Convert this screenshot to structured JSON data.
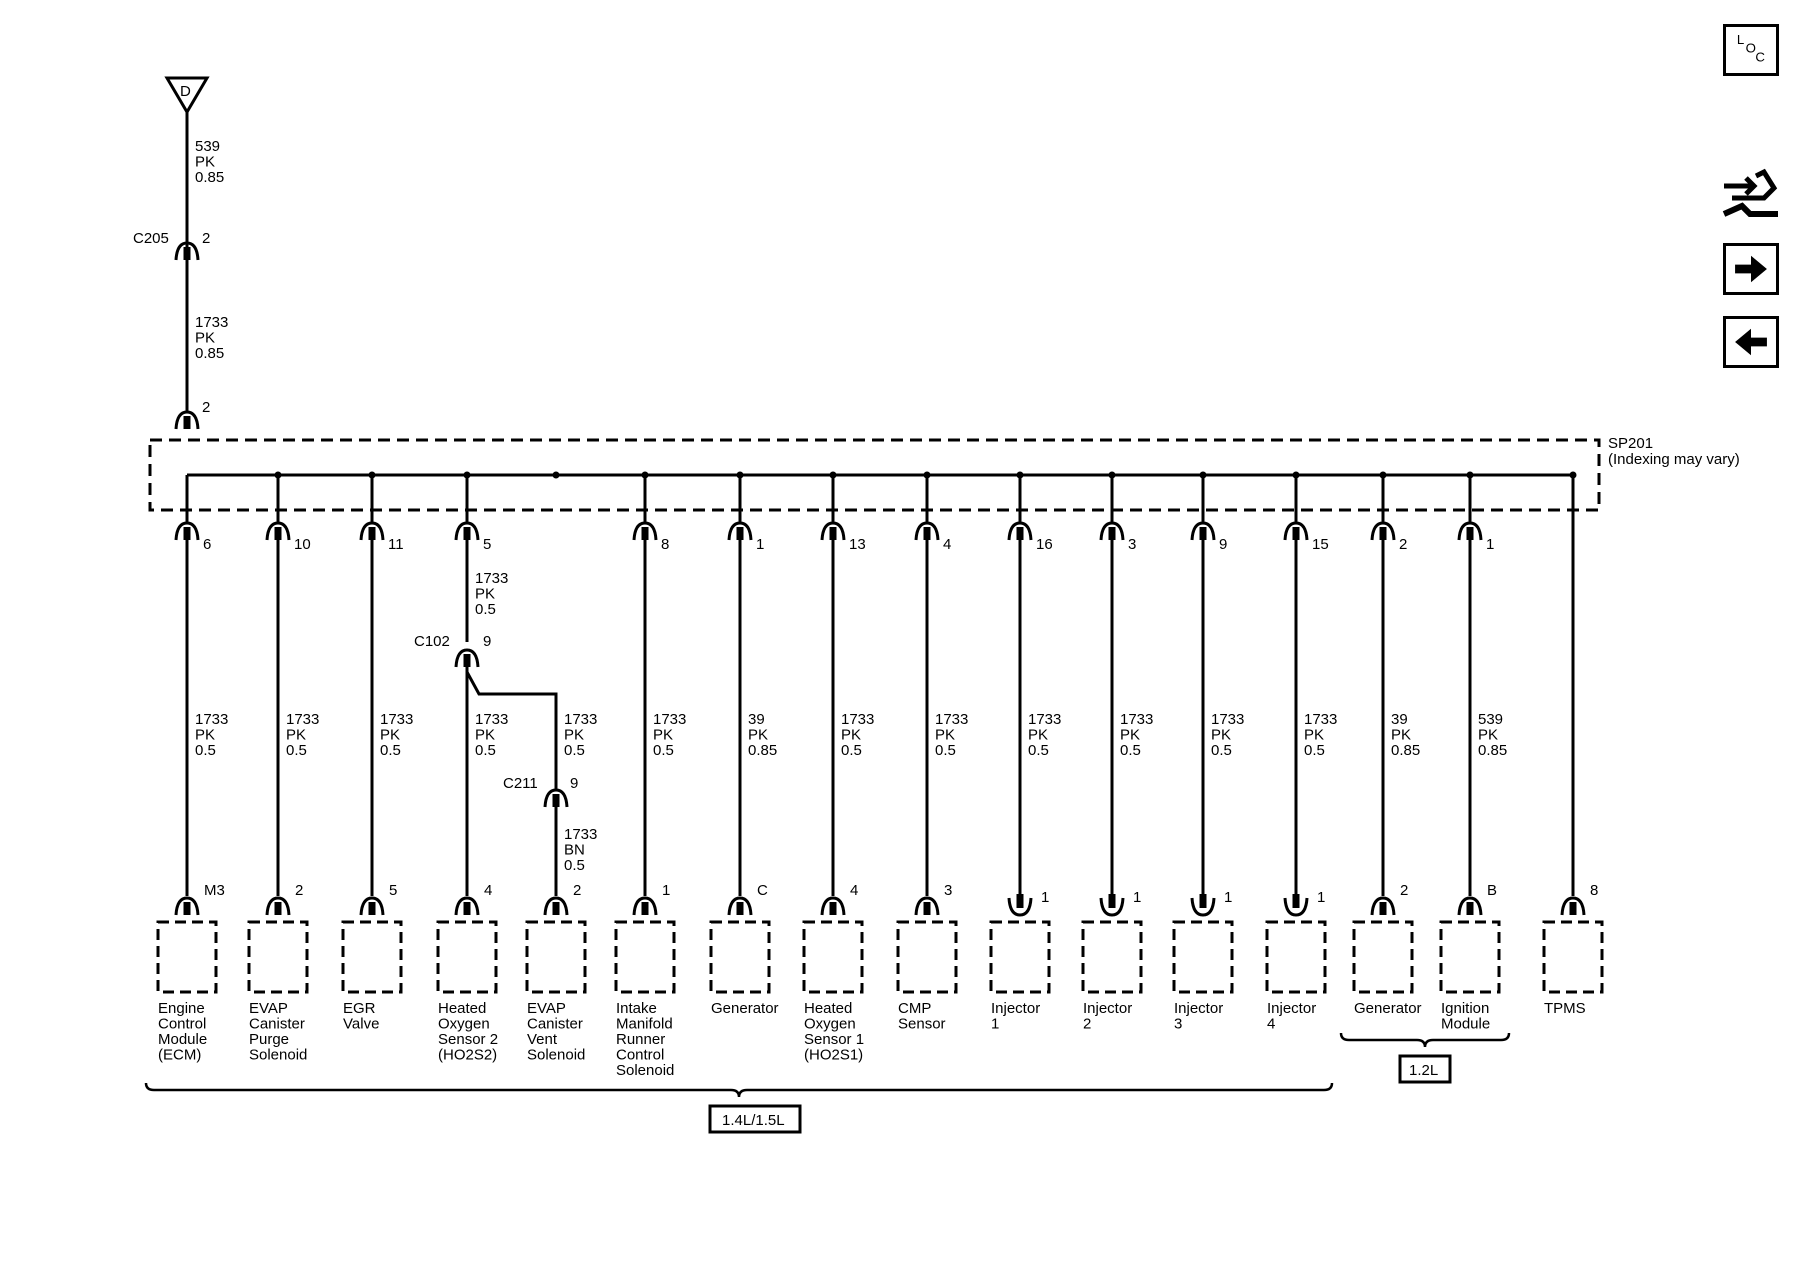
{
  "ground": {
    "label": "D"
  },
  "top_wires": [
    {
      "id": "539",
      "color": "PK",
      "gauge": "0.85"
    },
    {
      "id": "1733",
      "color": "PK",
      "gauge": "0.85"
    }
  ],
  "c205": {
    "name": "C205",
    "pin_top": "2",
    "pin_bottom": "2"
  },
  "splice": {
    "name": "SP201",
    "note": "(Indexing may vary)"
  },
  "c102": {
    "name": "C102",
    "pin": "9",
    "wire_id": "1733",
    "wire_color": "PK",
    "wire_gauge": "0.5"
  },
  "c211": {
    "name": "C211",
    "pin": "9",
    "wire_id": "1733",
    "wire_color": "BN",
    "wire_gauge": "0.5"
  },
  "branches": [
    {
      "splice_pin": "6",
      "wire": [
        "1733",
        "PK",
        "0.5"
      ],
      "conn_pin": "M3",
      "label": [
        "Engine",
        "Control",
        "Module",
        "(ECM)"
      ]
    },
    {
      "splice_pin": "10",
      "wire": [
        "1733",
        "PK",
        "0.5"
      ],
      "conn_pin": "2",
      "label": [
        "EVAP",
        "Canister",
        "Purge",
        "Solenoid"
      ]
    },
    {
      "splice_pin": "11",
      "wire": [
        "1733",
        "PK",
        "0.5"
      ],
      "conn_pin": "5",
      "label": [
        "EGR",
        "Valve"
      ]
    },
    {
      "splice_pin": "5",
      "wire": [
        "1733",
        "PK",
        "0.5"
      ],
      "conn_pin": "4",
      "label": [
        "Heated",
        "Oxygen",
        "Sensor 2",
        "(HO2S2)"
      ]
    },
    {
      "splice_pin": "",
      "wire": [
        "1733",
        "PK",
        "0.5"
      ],
      "conn_pin": "2",
      "label": [
        "EVAP",
        "Canister",
        "Vent",
        "Solenoid"
      ]
    },
    {
      "splice_pin": "8",
      "wire": [
        "1733",
        "PK",
        "0.5"
      ],
      "conn_pin": "1",
      "label": [
        "Intake",
        "Manifold",
        "Runner",
        "Control",
        "Solenoid"
      ]
    },
    {
      "splice_pin": "1",
      "wire": [
        "39",
        "PK",
        "0.85"
      ],
      "conn_pin": "C",
      "label": [
        "Generator"
      ]
    },
    {
      "splice_pin": "13",
      "wire": [
        "1733",
        "PK",
        "0.5"
      ],
      "conn_pin": "4",
      "label": [
        "Heated",
        "Oxygen",
        "Sensor 1",
        "(HO2S1)"
      ]
    },
    {
      "splice_pin": "4",
      "wire": [
        "1733",
        "PK",
        "0.5"
      ],
      "conn_pin": "3",
      "label": [
        "CMP",
        "Sensor"
      ]
    },
    {
      "splice_pin": "16",
      "wire": [
        "1733",
        "PK",
        "0.5"
      ],
      "conn_pin": "1",
      "label": [
        "Injector",
        "1"
      ]
    },
    {
      "splice_pin": "3",
      "wire": [
        "1733",
        "PK",
        "0.5"
      ],
      "conn_pin": "1",
      "label": [
        "Injector",
        "2"
      ]
    },
    {
      "splice_pin": "9",
      "wire": [
        "1733",
        "PK",
        "0.5"
      ],
      "conn_pin": "1",
      "label": [
        "Injector",
        "3"
      ]
    },
    {
      "splice_pin": "15",
      "wire": [
        "1733",
        "PK",
        "0.5"
      ],
      "conn_pin": "1",
      "label": [
        "Injector",
        "4"
      ]
    },
    {
      "splice_pin": "2",
      "wire": [
        "39",
        "PK",
        "0.85"
      ],
      "conn_pin": "2",
      "label": [
        "Generator"
      ]
    },
    {
      "splice_pin": "1",
      "wire": [
        "539",
        "PK",
        "0.85"
      ],
      "conn_pin": "B",
      "label": [
        "Ignition",
        "Module"
      ]
    },
    {
      "splice_pin": "",
      "wire": [
        "",
        "",
        ""
      ],
      "conn_pin": "8",
      "label": [
        "TPMS"
      ]
    }
  ],
  "groups": {
    "group_a": "1.4L/1.5L",
    "group_b": "1.2L"
  },
  "nav": {
    "loc_letters": [
      "L",
      "O",
      "C"
    ],
    "loc_icon": "location-icon",
    "flow_icon": "signal-flow-icon",
    "next_icon": "arrow-right-icon",
    "prev_icon": "arrow-left-icon"
  }
}
